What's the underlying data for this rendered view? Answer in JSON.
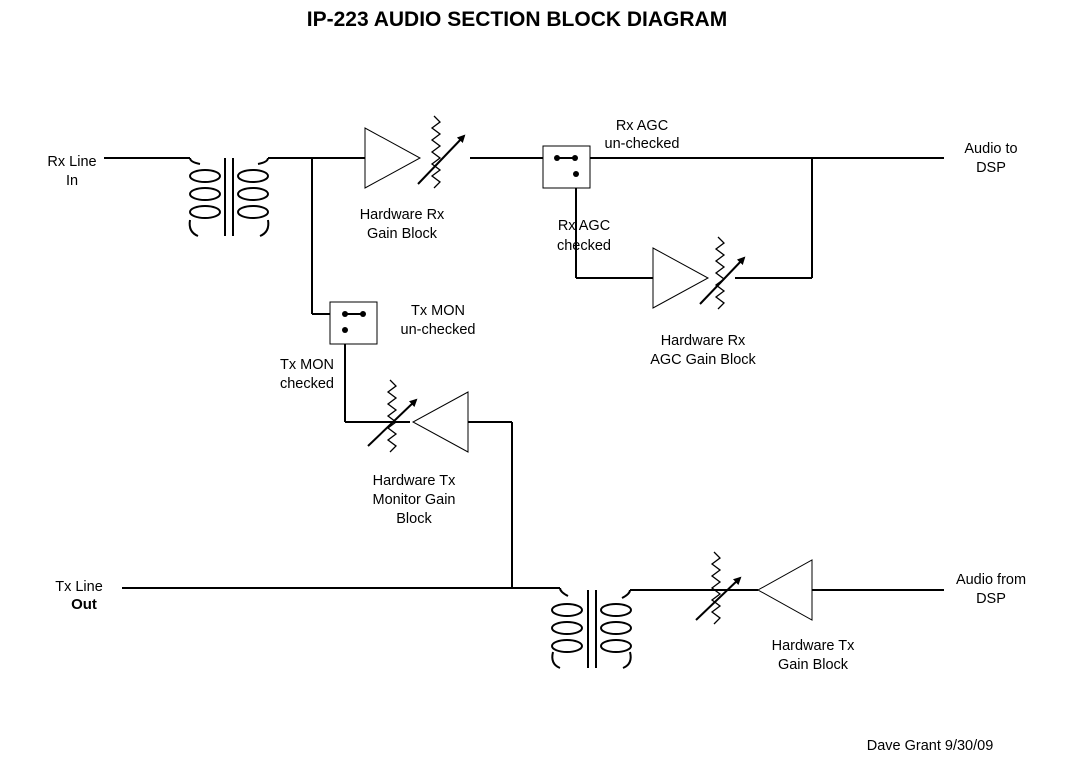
{
  "title": "IP-223 AUDIO SECTION BLOCK DIAGRAM",
  "labels": {
    "rx_line_in_1": "Rx Line",
    "rx_line_in_2": "In",
    "audio_to_dsp_1": "Audio to",
    "audio_to_dsp_2": "DSP",
    "rx_agc_unchecked_1": "Rx AGC",
    "rx_agc_unchecked_2": "un-checked",
    "rx_agc_checked_1": "Rx AGC",
    "rx_agc_checked_2": "checked",
    "hw_rx_gain_1": "Hardware Rx",
    "hw_rx_gain_2": "Gain Block",
    "hw_rx_agc_1": "Hardware Rx",
    "hw_rx_agc_2": "AGC Gain Block",
    "tx_mon_unchecked_1": "Tx MON",
    "tx_mon_unchecked_2": "un-checked",
    "tx_mon_checked_1": "Tx MON",
    "tx_mon_checked_2": "checked",
    "hw_tx_mon_1": "Hardware Tx",
    "hw_tx_mon_2": "Monitor Gain",
    "hw_tx_mon_3": "Block",
    "tx_line_out_1": "Tx Line",
    "tx_line_out_2": "Out",
    "audio_from_dsp_1": "Audio from",
    "audio_from_dsp_2": "DSP",
    "hw_tx_gain_1": "Hardware Tx",
    "hw_tx_gain_2": "Gain Block",
    "author": "Dave Grant 9/30/09"
  }
}
